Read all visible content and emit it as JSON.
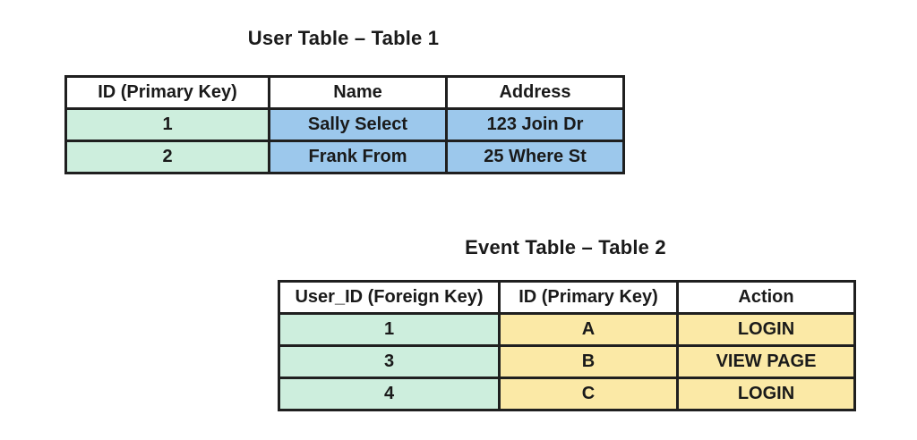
{
  "colors": {
    "background": "#ffffff",
    "header_bg": "#ffffff",
    "key_green": "#cdeedd",
    "user_blue": "#9cc8ec",
    "event_yellow": "#fbe9a6",
    "border": "#1f1f1f",
    "text": "#1a1a1a"
  },
  "tables": [
    {
      "title": "User Table – Table 1",
      "columns": [
        "ID (Primary Key)",
        "Name",
        "Address"
      ],
      "rows": [
        [
          "1",
          "Sally Select",
          "123 Join Dr"
        ],
        [
          "2",
          "Frank From",
          "25 Where St"
        ]
      ]
    },
    {
      "title": "Event Table – Table 2",
      "columns": [
        "User_ID (Foreign Key)",
        "ID (Primary Key)",
        "Action"
      ],
      "rows": [
        [
          "1",
          "A",
          "LOGIN"
        ],
        [
          "3",
          "B",
          "VIEW PAGE"
        ],
        [
          "4",
          "C",
          "LOGIN"
        ]
      ]
    }
  ]
}
